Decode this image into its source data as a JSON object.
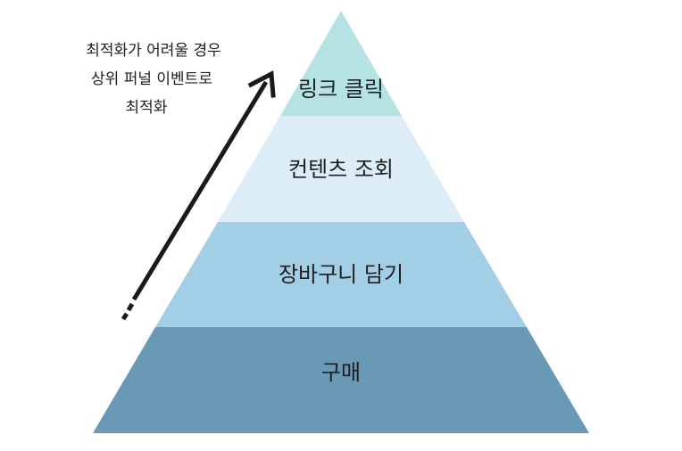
{
  "note": {
    "lines": [
      "최적화가 어려울 경우",
      "상위 퍼널 이벤트로",
      "최적화"
    ]
  },
  "tiers": [
    {
      "label": "링크 클릭",
      "color": "#b5e2e3"
    },
    {
      "label": "컨텐츠 조회",
      "color": "#dcedf8"
    },
    {
      "label": "장바구니 담기",
      "color": "#a2cfe6"
    },
    {
      "label": "구매",
      "color": "#6999b5"
    }
  ],
  "arrow": {
    "color": "#1a1a1a"
  }
}
